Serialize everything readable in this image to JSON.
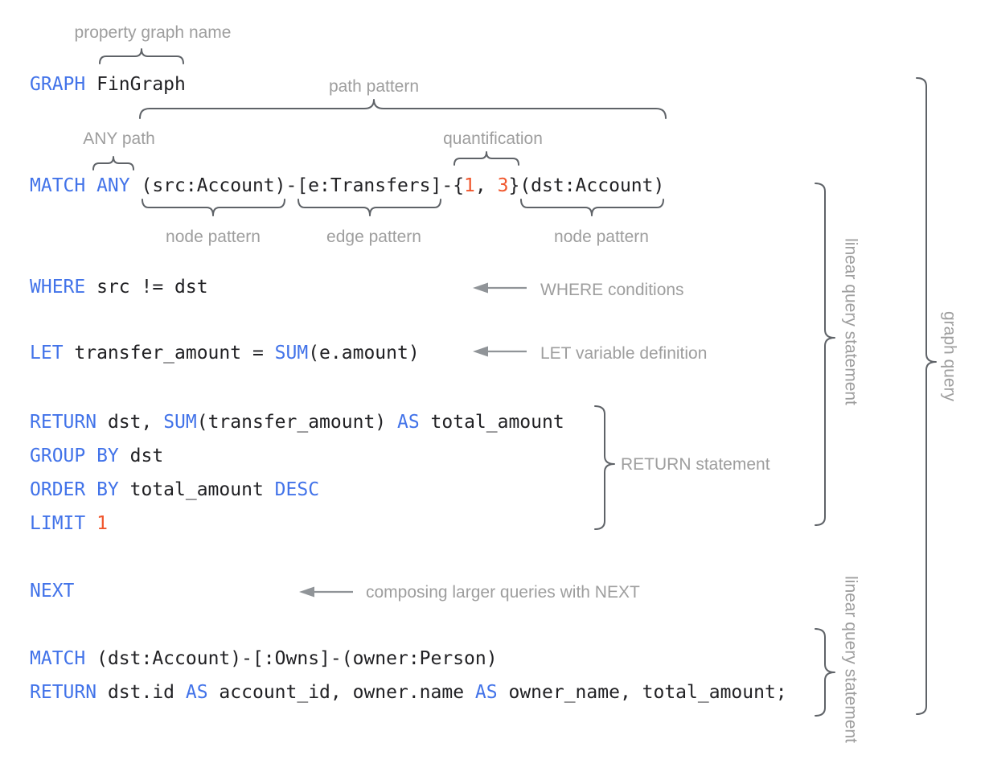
{
  "palette": {
    "background": "#ffffff",
    "keyword": "#4273e9",
    "plain": "#212124",
    "number": "#f0562c",
    "label": "#9e9e9e",
    "brace": "#5f6368",
    "arrow": "#909498"
  },
  "code": {
    "lines": [
      {
        "name": "graph-declaration",
        "segments": [
          {
            "t": "GRAPH",
            "c": "keyword"
          },
          {
            "t": " FinGraph",
            "c": "plain"
          }
        ]
      },
      {
        "name": "match-path-pattern",
        "segments": [
          {
            "t": "MATCH ANY",
            "c": "keyword"
          },
          {
            "t": " (src:Account)-[e:Transfers]-{",
            "c": "plain"
          },
          {
            "t": "1",
            "c": "number"
          },
          {
            "t": ", ",
            "c": "plain"
          },
          {
            "t": "3",
            "c": "number"
          },
          {
            "t": "}(dst:Account)",
            "c": "plain"
          }
        ]
      },
      {
        "name": "where-clause",
        "segments": [
          {
            "t": "WHERE",
            "c": "keyword"
          },
          {
            "t": " src != dst",
            "c": "plain"
          }
        ]
      },
      {
        "name": "let-clause",
        "segments": [
          {
            "t": "LET",
            "c": "keyword"
          },
          {
            "t": " transfer_amount = ",
            "c": "plain"
          },
          {
            "t": "SUM",
            "c": "keyword"
          },
          {
            "t": "(e.amount)",
            "c": "plain"
          }
        ]
      },
      {
        "name": "return-clause-1",
        "segments": [
          {
            "t": "RETURN",
            "c": "keyword"
          },
          {
            "t": " dst, ",
            "c": "plain"
          },
          {
            "t": "SUM",
            "c": "keyword"
          },
          {
            "t": "(transfer_amount) ",
            "c": "plain"
          },
          {
            "t": "AS",
            "c": "keyword"
          },
          {
            "t": " total_amount",
            "c": "plain"
          }
        ]
      },
      {
        "name": "group-by-clause",
        "segments": [
          {
            "t": "GROUP BY",
            "c": "keyword"
          },
          {
            "t": " dst",
            "c": "plain"
          }
        ]
      },
      {
        "name": "order-by-clause",
        "segments": [
          {
            "t": "ORDER BY",
            "c": "keyword"
          },
          {
            "t": " total_amount ",
            "c": "plain"
          },
          {
            "t": "DESC",
            "c": "keyword"
          }
        ]
      },
      {
        "name": "limit-clause",
        "segments": [
          {
            "t": "LIMIT",
            "c": "keyword"
          },
          {
            "t": " ",
            "c": "plain"
          },
          {
            "t": "1",
            "c": "number"
          }
        ]
      },
      {
        "name": "next-keyword",
        "segments": [
          {
            "t": "NEXT",
            "c": "keyword"
          }
        ]
      },
      {
        "name": "match-owns",
        "segments": [
          {
            "t": "MATCH",
            "c": "keyword"
          },
          {
            "t": " (dst:Account)-[:Owns]-(owner:Person)",
            "c": "plain"
          }
        ]
      },
      {
        "name": "return-clause-2",
        "segments": [
          {
            "t": "RETURN",
            "c": "keyword"
          },
          {
            "t": " dst.id ",
            "c": "plain"
          },
          {
            "t": "AS",
            "c": "keyword"
          },
          {
            "t": " account_id, owner.name ",
            "c": "plain"
          },
          {
            "t": "AS",
            "c": "keyword"
          },
          {
            "t": " owner_name, total_amount;",
            "c": "plain"
          }
        ]
      }
    ]
  },
  "annotations": {
    "property_graph_name": "property graph name",
    "path_pattern": "path pattern",
    "any_path": "ANY path",
    "quantification": "quantification",
    "node_pattern_left": "node pattern",
    "edge_pattern": "edge pattern",
    "node_pattern_right": "node pattern",
    "where_conditions": "WHERE conditions",
    "let_definition": "LET variable definition",
    "return_statement": "RETURN statement",
    "next_note": "composing larger queries with NEXT",
    "linear_query_statement_top": "linear query statement",
    "linear_query_statement_bottom": "linear query statement",
    "graph_query": "graph query"
  }
}
